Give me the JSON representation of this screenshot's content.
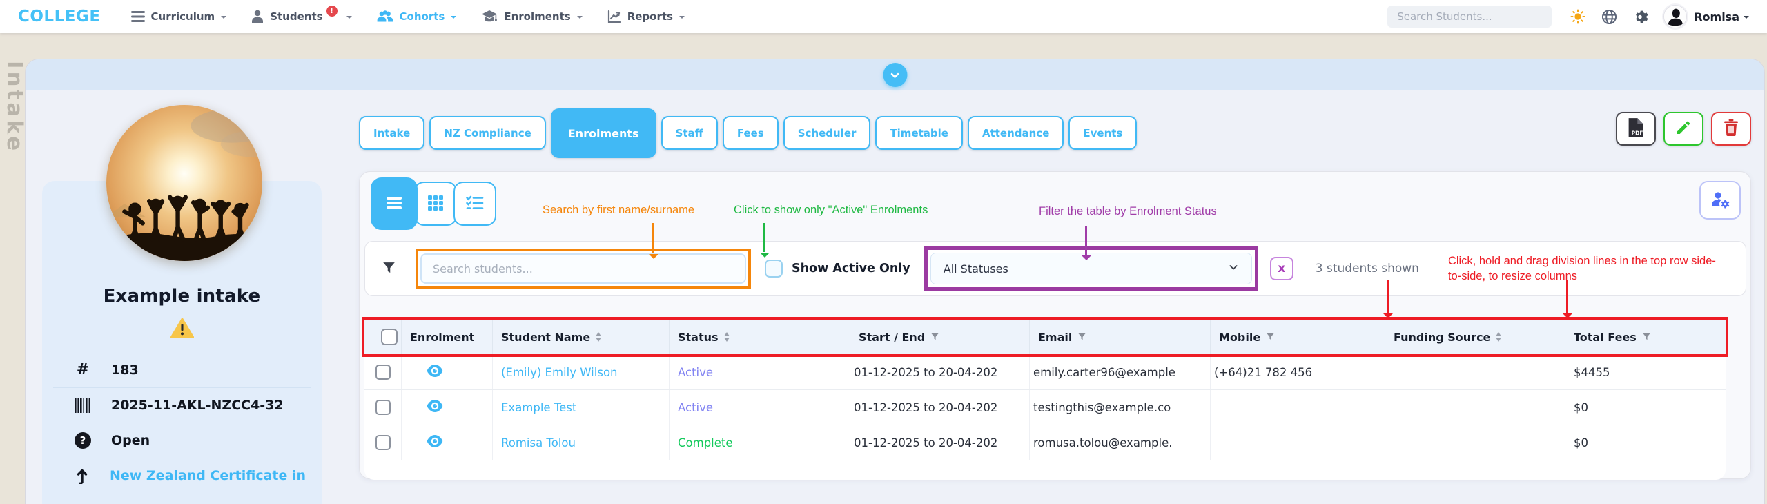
{
  "colors": {
    "accent_blue": "#41b9f5",
    "annotation_orange": "#f5860b",
    "annotation_green": "#1fb943",
    "annotation_purple": "#a03ca8",
    "annotation_red": "#ee1c25",
    "status_active": "#8183f2",
    "status_complete": "#12c95b",
    "warning_yellow": "#f7c64a"
  },
  "nav": {
    "logo": "COLLEGE",
    "items": {
      "curriculum": "Curriculum",
      "students": "Students",
      "students_badge": "!",
      "cohorts": "Cohorts",
      "enrolments": "Enrolments",
      "reports": "Reports"
    },
    "search_placeholder": "Search Students...",
    "user_name": "Romisa"
  },
  "rail_label": "Intake",
  "sidebar": {
    "title": "Example intake",
    "details": {
      "number": "183",
      "code": "2025-11-AKL-NZCC4-32",
      "state": "Open",
      "programme": "New Zealand Certificate in ..."
    }
  },
  "tabs": {
    "active": "Enrolments",
    "items": [
      "Intake",
      "NZ Compliance",
      "Enrolments",
      "Staff",
      "Fees",
      "Scheduler",
      "Timetable",
      "Attendance",
      "Events"
    ]
  },
  "annotations": {
    "search": "Search by first name/surname",
    "active_only": "Click to show only \"Active\" Enrolments",
    "status_filter": "Filter the table by Enrolment Status",
    "resize": "Click, hold and drag division lines in the top row side-to-side, to resize columns"
  },
  "filter_bar": {
    "search_placeholder": "Search students...",
    "checkbox_label": "Show Active Only",
    "status_value": "All Statuses",
    "clear_label": "x",
    "count_text": "3 students shown"
  },
  "table": {
    "columns": {
      "enrolment": "Enrolment",
      "student_name": "Student Name",
      "status": "Status",
      "start_end": "Start / End",
      "email": "Email",
      "mobile": "Mobile",
      "funding_source": "Funding Source",
      "total_fees": "Total Fees"
    },
    "rows": [
      {
        "name": "(Emily) Emily Wilson",
        "status": "Active",
        "status_color": "#8183f2",
        "dates": "01-12-2025 to 20-04-202",
        "email": "emily.carter96@example",
        "mobile": "(+64)21 782 456",
        "funding": "",
        "fees": "$4455"
      },
      {
        "name": "Example Test",
        "status": "Active",
        "status_color": "#8183f2",
        "dates": "01-12-2025 to 20-04-202",
        "email": "testingthis@example.co",
        "mobile": "",
        "funding": "",
        "fees": "$0"
      },
      {
        "name": "Romisa Tolou",
        "status": "Complete",
        "status_color": "#12c95b",
        "dates": "01-12-2025 to 20-04-202",
        "email": "romusa.tolou@example.",
        "mobile": "",
        "funding": "",
        "fees": "$0"
      }
    ]
  }
}
